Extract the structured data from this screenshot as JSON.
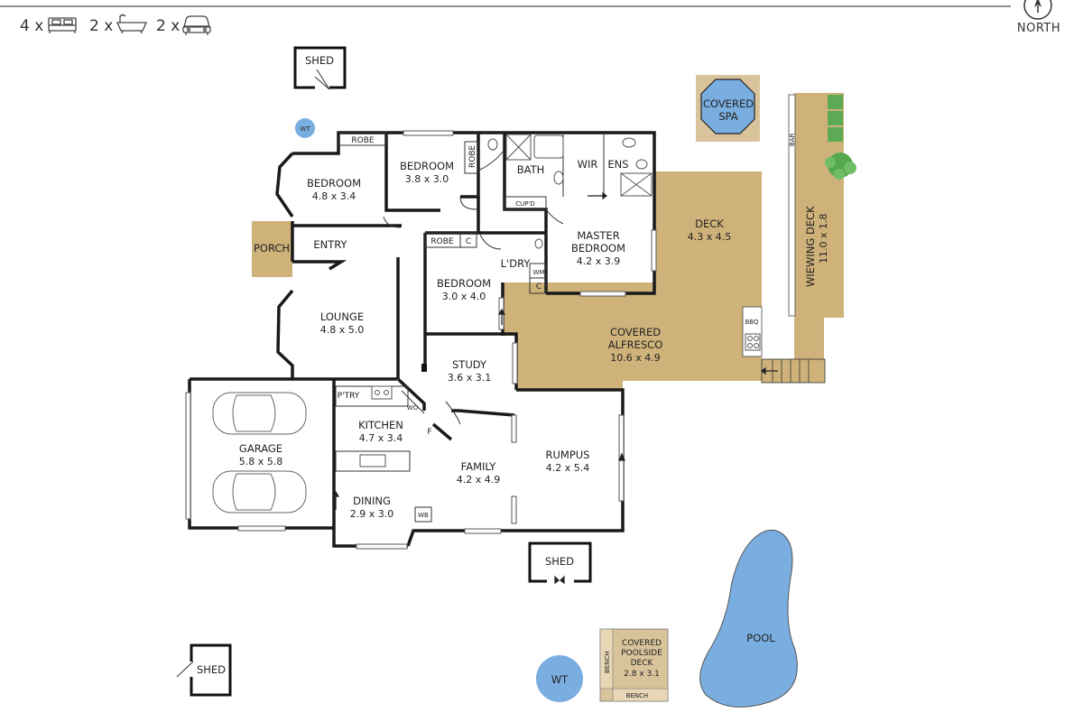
{
  "header": {
    "bedrooms": "4 x",
    "bathrooms": "2 x",
    "parking": "2 x",
    "north": "NORTH"
  },
  "colors": {
    "outdoor": "#cfb27a",
    "water": "#7aaee0",
    "wall": "#1a1a1a",
    "spa_cover": "#d8c39b"
  },
  "rooms": {
    "bedroom1": {
      "name": "BEDROOM",
      "dim": "4.8 x 3.4"
    },
    "robe1": {
      "name": "ROBE"
    },
    "bedroom2": {
      "name": "BEDROOM",
      "dim": "3.8 x 3.0"
    },
    "robe2": {
      "name": "ROBE"
    },
    "bath": {
      "name": "BATH"
    },
    "wir": {
      "name": "WIR"
    },
    "ens": {
      "name": "ENS"
    },
    "cupd": {
      "name": "CUP'D"
    },
    "master": {
      "name1": "MASTER",
      "name2": "BEDROOM",
      "dim": "4.2 x 3.9"
    },
    "porch": {
      "name": "PORCH"
    },
    "entry": {
      "name": "ENTRY"
    },
    "robe3": {
      "name": "ROBE"
    },
    "c1": {
      "name": "C"
    },
    "ldry": {
      "name": "L'DRY"
    },
    "wm": {
      "name": "WM"
    },
    "c2": {
      "name": "C"
    },
    "bedroom3": {
      "name": "BEDROOM",
      "dim": "3.0 x 4.0"
    },
    "lounge": {
      "name": "LOUNGE",
      "dim": "4.8 x 5.0"
    },
    "study": {
      "name": "STUDY",
      "dim": "3.6 x 3.1"
    },
    "deck": {
      "name": "DECK",
      "dim": "4.3 x 4.5"
    },
    "alfresco": {
      "name1": "COVERED",
      "name2": "ALFRESCO",
      "dim": "10.6 x 4.9"
    },
    "bbq": {
      "name": "BBQ"
    },
    "viewing": {
      "name": "WIEWING DECK",
      "dim": "11.0 x 1.8"
    },
    "bar": {
      "name": "BAR"
    },
    "spa": {
      "name1": "COVERED",
      "name2": "SPA"
    },
    "shed_top": {
      "name": "SHED"
    },
    "wt_small": {
      "name": "WT"
    },
    "garage": {
      "name": "GARAGE",
      "dim": "5.8 x 5.8"
    },
    "ptry": {
      "name": "P'TRY"
    },
    "kitchen": {
      "name": "KITCHEN",
      "dim": "4.7 x 3.4"
    },
    "wo": {
      "name": "WO"
    },
    "f": {
      "name": "F"
    },
    "family": {
      "name": "FAMILY",
      "dim": "4.2 x 4.9"
    },
    "rumpus": {
      "name": "RUMPUS",
      "dim": "4.2 x 5.4"
    },
    "dining": {
      "name": "DINING",
      "dim": "2.9 x 3.0"
    },
    "wb": {
      "name": "WB"
    },
    "shed_mid": {
      "name": "SHED"
    },
    "shed_bot": {
      "name": "SHED"
    },
    "wt_large": {
      "name": "WT"
    },
    "poolside": {
      "name1": "COVERED",
      "name2": "POOLSIDE",
      "name3": "DECK",
      "dim": "2.8 x 3.1"
    },
    "bench1": {
      "name": "BENCH"
    },
    "bench2": {
      "name": "BENCH"
    },
    "pool": {
      "name": "POOL"
    }
  }
}
